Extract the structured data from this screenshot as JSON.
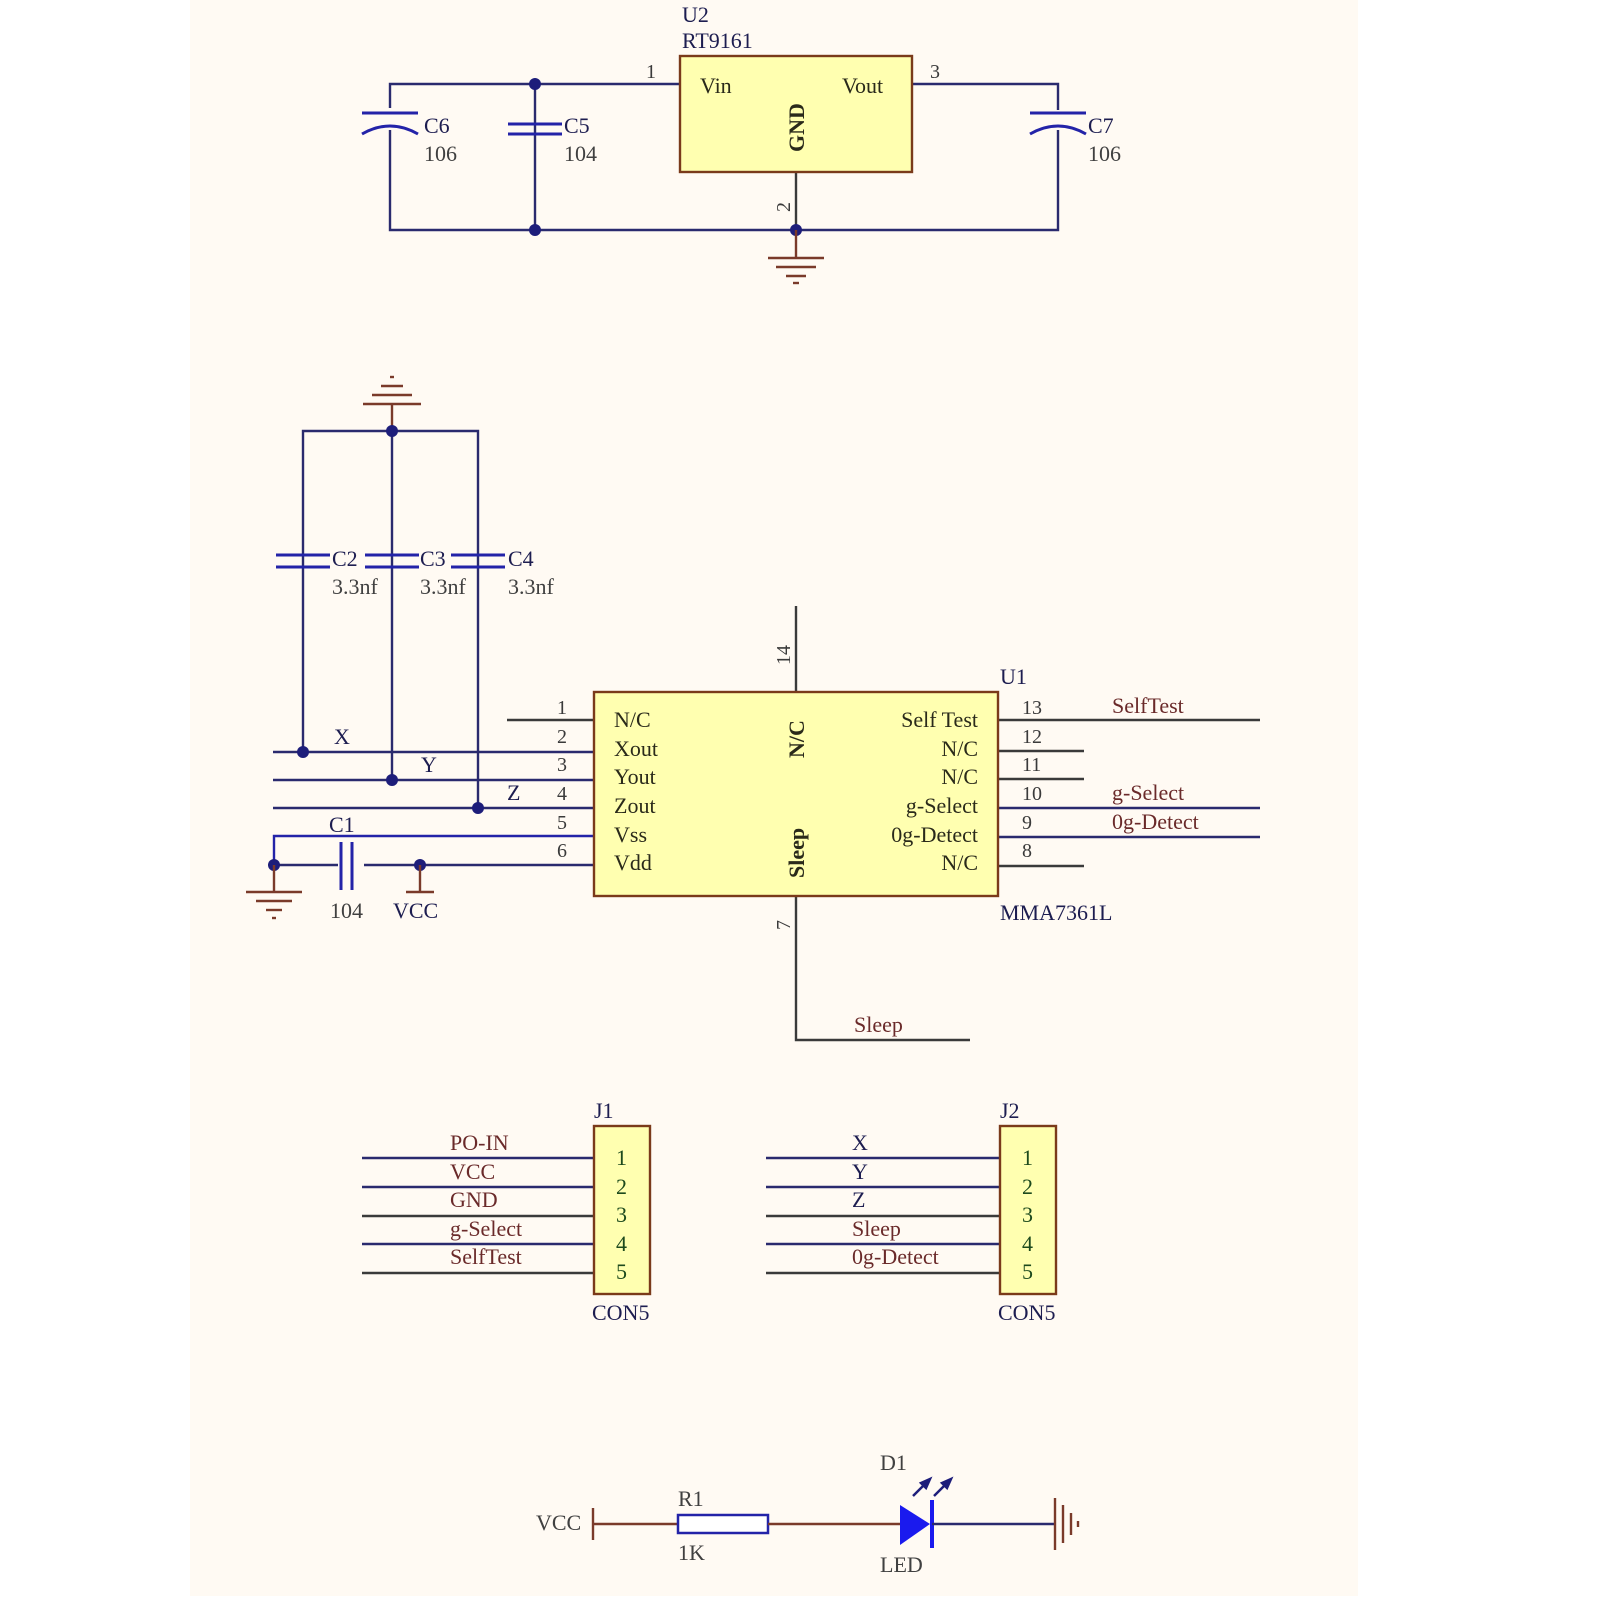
{
  "colors": {
    "background": "#ffffff",
    "sheet": "#fffaf3",
    "wire": "#2a2a6e",
    "component_fill": "#ffffb0",
    "component_border": "#7a3a1a",
    "led": "#1a1aee"
  },
  "regulator": {
    "designator": "U2",
    "part": "RT9161",
    "pins": {
      "vin_label": "Vin",
      "vout_label": "Vout",
      "gnd_label": "GND",
      "vin_num": "1",
      "gnd_num": "2",
      "vout_num": "3"
    },
    "caps": [
      {
        "designator": "C6",
        "value": "106"
      },
      {
        "designator": "C5",
        "value": "104"
      },
      {
        "designator": "C7",
        "value": "106"
      }
    ]
  },
  "filter_caps": [
    {
      "designator": "C2",
      "value": "3.3nf"
    },
    {
      "designator": "C3",
      "value": "3.3nf"
    },
    {
      "designator": "C4",
      "value": "3.3nf"
    }
  ],
  "decoupling": {
    "designator": "C1",
    "value": "104",
    "supply_label": "VCC"
  },
  "accelerometer": {
    "designator": "U1",
    "part": "MMA7361L",
    "top_pin": {
      "num": "14",
      "label": "N/C"
    },
    "bottom_pin": {
      "num": "7",
      "label": "Sleep"
    },
    "left_pins": [
      {
        "num": "1",
        "label": "N/C",
        "net": ""
      },
      {
        "num": "2",
        "label": "Xout",
        "net": "X"
      },
      {
        "num": "3",
        "label": "Yout",
        "net": "Y"
      },
      {
        "num": "4",
        "label": "Zout",
        "net": "Z"
      },
      {
        "num": "5",
        "label": "Vss",
        "net": ""
      },
      {
        "num": "6",
        "label": "Vdd",
        "net": ""
      }
    ],
    "right_pins": [
      {
        "num": "13",
        "label": "Self Test",
        "net": "SelfTest"
      },
      {
        "num": "12",
        "label": "N/C",
        "net": ""
      },
      {
        "num": "11",
        "label": "N/C",
        "net": ""
      },
      {
        "num": "10",
        "label": "g-Select",
        "net": "g-Select"
      },
      {
        "num": "9",
        "label": "0g-Detect",
        "net": "0g-Detect"
      },
      {
        "num": "8",
        "label": "N/C",
        "net": ""
      }
    ],
    "sleep_net": "Sleep"
  },
  "connectors": [
    {
      "designator": "J1",
      "part": "CON5",
      "pins": [
        {
          "num": "1",
          "net": "PO-IN"
        },
        {
          "num": "2",
          "net": "VCC"
        },
        {
          "num": "3",
          "net": "GND"
        },
        {
          "num": "4",
          "net": "g-Select"
        },
        {
          "num": "5",
          "net": "SelfTest"
        }
      ]
    },
    {
      "designator": "J2",
      "part": "CON5",
      "pins": [
        {
          "num": "1",
          "net": "X"
        },
        {
          "num": "2",
          "net": "Y"
        },
        {
          "num": "3",
          "net": "Z"
        },
        {
          "num": "4",
          "net": "Sleep"
        },
        {
          "num": "5",
          "net": "0g-Detect"
        }
      ]
    }
  ],
  "led_circuit": {
    "supply_label": "VCC",
    "resistor": {
      "designator": "R1",
      "value": "1K"
    },
    "led": {
      "designator": "D1",
      "value": "LED"
    }
  }
}
